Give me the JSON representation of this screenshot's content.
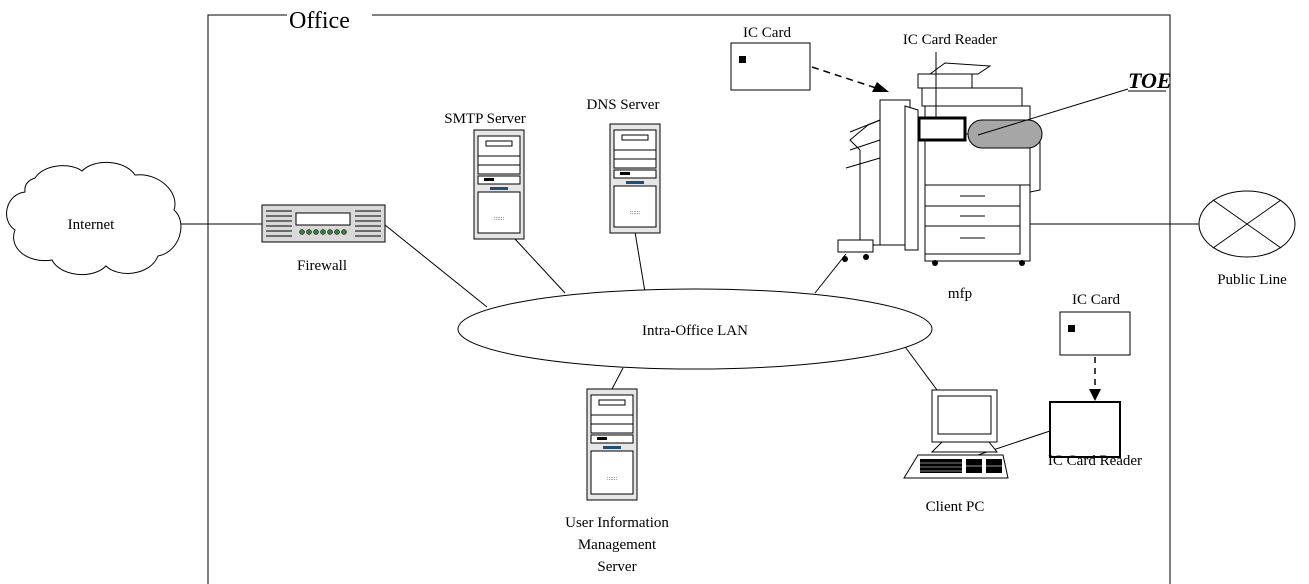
{
  "title": "Office",
  "nodes": {
    "internet": "Internet",
    "firewall": "Firewall",
    "smtp": "SMTP Server",
    "dns": "DNS Server",
    "lan": "Intra-Office LAN",
    "user_info": [
      "User Information",
      "Management",
      "Server"
    ],
    "mfp": "mfp",
    "toe": "TOE",
    "public_line": "Public Line",
    "ic_card_top": "IC Card",
    "ic_reader_top": "IC Card Reader",
    "ic_card_right": "IC Card",
    "ic_reader_right": "IC Card Reader",
    "client_pc": "Client PC"
  }
}
